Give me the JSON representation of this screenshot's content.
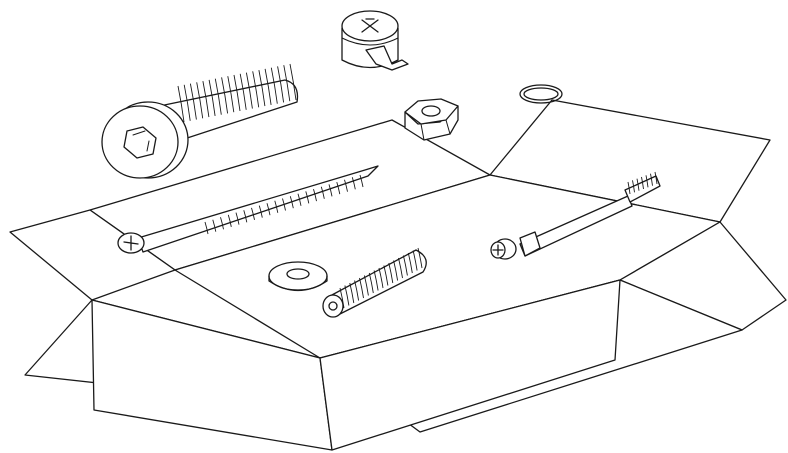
{
  "illustration": {
    "background": "#ffffff",
    "line_color": "#1a1a1a",
    "objects": [
      "open-cardboard-box",
      "hex-socket-bolt",
      "cam-lock-nut",
      "hex-nut",
      "split-ring",
      "wood-screw",
      "flat-washer",
      "ribbed-wall-plug",
      "cam-dowel-bolt"
    ]
  }
}
